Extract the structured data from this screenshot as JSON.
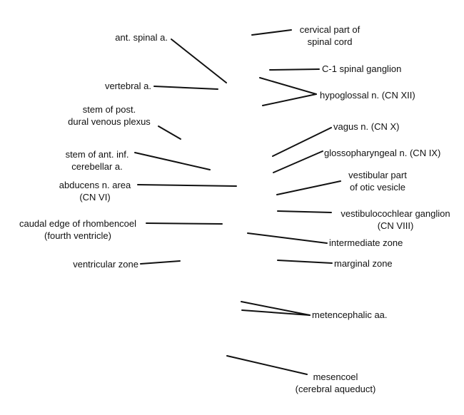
{
  "diagram": {
    "type": "anatomical-label-overlay",
    "line_color": "#111111",
    "background_color": "#ffffff",
    "left_labels": [
      {
        "id": "ant-spinal-a",
        "lines": [
          "ant. spinal a."
        ]
      },
      {
        "id": "vertebral-a",
        "lines": [
          "vertebral a."
        ]
      },
      {
        "id": "stem-post-dural-venous-plexus",
        "lines": [
          "stem of post.",
          "dural venous plexus"
        ]
      },
      {
        "id": "stem-ant-inf-cerebellar-a",
        "lines": [
          "stem of ant. inf.",
          "cerebellar a."
        ]
      },
      {
        "id": "abducens-n-area",
        "lines": [
          "abducens n. area",
          "(CN VI)"
        ]
      },
      {
        "id": "caudal-edge-rhombencoel",
        "lines": [
          "caudal edge of rhombencoel",
          "(fourth ventricle)"
        ]
      },
      {
        "id": "ventricular-zone",
        "lines": [
          "ventricular zone"
        ]
      }
    ],
    "right_labels": [
      {
        "id": "cervical-spinal-cord",
        "lines": [
          "cervical part of",
          "spinal cord"
        ]
      },
      {
        "id": "c1-spinal-ganglion",
        "lines": [
          "C-1 spinal ganglion"
        ]
      },
      {
        "id": "hypoglossal-n",
        "lines": [
          "hypoglossal n. (CN XII)"
        ]
      },
      {
        "id": "vagus-n",
        "lines": [
          "vagus n. (CN X)"
        ]
      },
      {
        "id": "glossopharyngeal-n",
        "lines": [
          "glossopharyngeal n. (CN IX)"
        ]
      },
      {
        "id": "vestibular-otic-vesicle",
        "lines": [
          "vestibular part",
          "of otic vesicle"
        ]
      },
      {
        "id": "vestibulocochlear-ganglion",
        "lines": [
          "vestibulocochlear ganglion",
          "(CN VIII)"
        ]
      },
      {
        "id": "intermediate-zone",
        "lines": [
          "intermediate zone"
        ]
      },
      {
        "id": "marginal-zone",
        "lines": [
          "marginal zone"
        ]
      },
      {
        "id": "metencephalic-aa",
        "lines": [
          "metencephalic aa."
        ]
      },
      {
        "id": "mesencoel",
        "lines": [
          "mesencoel",
          "(cerebral aqueduct)"
        ]
      }
    ]
  }
}
